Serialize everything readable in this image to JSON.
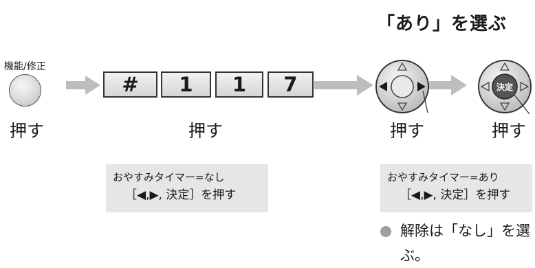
{
  "title": "「あり」を選ぶ",
  "function_button_label": "機能/修正",
  "keys": [
    "#",
    "1",
    "1",
    "7"
  ],
  "push_labels": [
    "押す",
    "押す",
    "押す",
    "押す"
  ],
  "notes": {
    "left": {
      "line1": "おやすみタイマー=なし",
      "line2": "［◀,▶, 決定］を押す"
    },
    "right": {
      "line1": "おやすみタイマー=あり",
      "line2": "［◀,▶, 決定］を押す"
    }
  },
  "enter_label": "決定",
  "bullet": "解除は「なし」を選ぶ。",
  "colors": {
    "arrow": "#bdbdbd",
    "note_bg": "#e6e6e6",
    "dark_button": "#555555"
  }
}
